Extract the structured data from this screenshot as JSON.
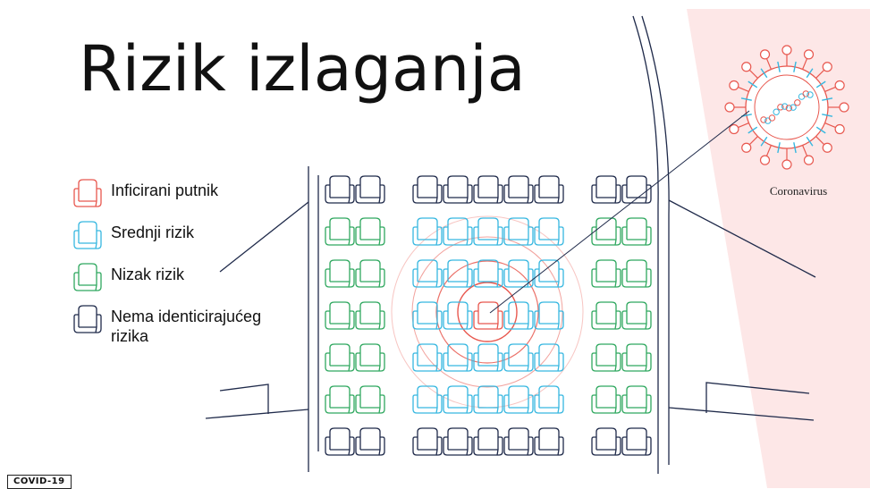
{
  "title": "Rizik izlaganja",
  "colors": {
    "infected": "#e8584f",
    "medium": "#36b7e0",
    "low": "#2fa85f",
    "none": "#1f2a4a",
    "ring": "#e8584f",
    "pink_band": "#fde7e7"
  },
  "legend": [
    {
      "label": "Inficirani putnik",
      "level": "infected"
    },
    {
      "label": "Srednji rizik",
      "level": "medium"
    },
    {
      "label": "Nizak rizik",
      "level": "low"
    },
    {
      "label": "Nema identicirajućeg\nrizika",
      "level": "none"
    }
  ],
  "virus_label": "Coronavirus",
  "footer_tag": "COVID-19",
  "seat_map": {
    "rows": [
      [
        "none",
        "none",
        "none",
        "none",
        "none",
        "none",
        "none",
        "none",
        "none"
      ],
      [
        "low",
        "low",
        "medium",
        "medium",
        "medium",
        "medium",
        "medium",
        "low",
        "low"
      ],
      [
        "low",
        "low",
        "medium",
        "medium",
        "medium",
        "medium",
        "medium",
        "low",
        "low"
      ],
      [
        "low",
        "low",
        "medium",
        "medium",
        "infected",
        "medium",
        "medium",
        "low",
        "low"
      ],
      [
        "low",
        "low",
        "medium",
        "medium",
        "medium",
        "medium",
        "medium",
        "low",
        "low"
      ],
      [
        "low",
        "low",
        "medium",
        "medium",
        "medium",
        "medium",
        "medium",
        "low",
        "low"
      ],
      [
        "none",
        "none",
        "none",
        "none",
        "none",
        "none",
        "none",
        "none",
        "none"
      ]
    ]
  }
}
